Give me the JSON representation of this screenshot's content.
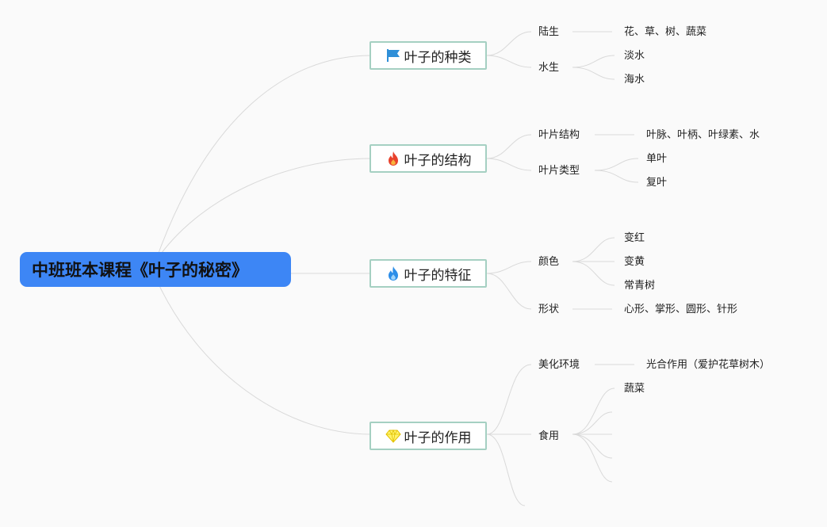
{
  "root": {
    "title": "中班班本课程《叶子的秘密》"
  },
  "branches": [
    {
      "label": "叶子的种类",
      "icon": "blue-flag-icon",
      "children": [
        {
          "label": "陆生",
          "children": [
            "花、草、树、蔬菜"
          ]
        },
        {
          "label": "水生",
          "children": [
            "淡水",
            "海水"
          ]
        }
      ]
    },
    {
      "label": "叶子的结构",
      "icon": "red-fire-icon",
      "children": [
        {
          "label": "叶片结构",
          "children": [
            "叶脉、叶柄、叶绿素、水"
          ]
        },
        {
          "label": "叶片类型",
          "children": [
            "单叶",
            "复叶"
          ]
        }
      ]
    },
    {
      "label": "叶子的特征",
      "icon": "blue-fire-icon",
      "children": [
        {
          "label": "颜色",
          "children": [
            "变红",
            "变黄",
            "常青树"
          ]
        },
        {
          "label": "形状",
          "children": [
            "心形、掌形、圆形、针形"
          ]
        }
      ]
    },
    {
      "label": "叶子的作用",
      "icon": "yellow-gem-icon",
      "children": [
        {
          "label": "美化环境",
          "children": [
            "光合作用（爱护花草树木）"
          ]
        },
        {
          "label": "食用",
          "children": [
            "蔬菜"
          ]
        }
      ]
    }
  ],
  "colors": {
    "root_fill": "#3d86f5",
    "branch_border": "#a5d0c2",
    "connector": "#d9d9d9",
    "background": "#fafafa"
  }
}
